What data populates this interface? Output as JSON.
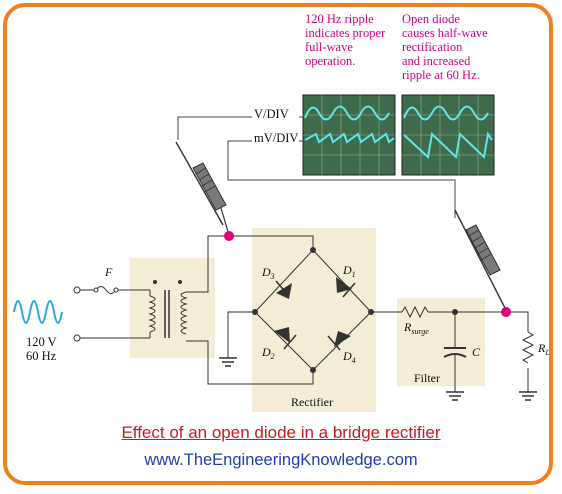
{
  "notes": {
    "full_wave": "120 Hz ripple\nindicates proper\nfull-wave\noperation.",
    "half_wave": "Open diode\ncauses half-wave\nrectification\nand increased\nripple at 60 Hz."
  },
  "scope": {
    "vdiv": "V/DIV",
    "mvdiv": "mV/DIV"
  },
  "source": {
    "voltage": "120 V",
    "frequency": "60 Hz"
  },
  "labels": {
    "fuse": "F",
    "d1": "D",
    "d1_sub": "1",
    "d2": "D",
    "d2_sub": "2",
    "d3": "D",
    "d3_sub": "3",
    "d4": "D",
    "d4_sub": "4",
    "rectifier": "Rectifier",
    "filter": "Filter",
    "rsurge": "R",
    "rsurge_sub": "surge",
    "cap": "C",
    "rl": "R",
    "rl_sub": "L"
  },
  "caption": {
    "title": "Effect of an open diode in a bridge rectifier",
    "url": "www.TheEngineeringKnowledge.com"
  },
  "colors": {
    "border": "#f07f1d",
    "note": "#d10081",
    "panel": "#f3ecd6",
    "scope_screen": "#3f6b4c",
    "wave_cyan": "#5fe6e6",
    "probe_dot": "#e0007a",
    "title": "#c81a22",
    "url": "#1f3fb0"
  }
}
